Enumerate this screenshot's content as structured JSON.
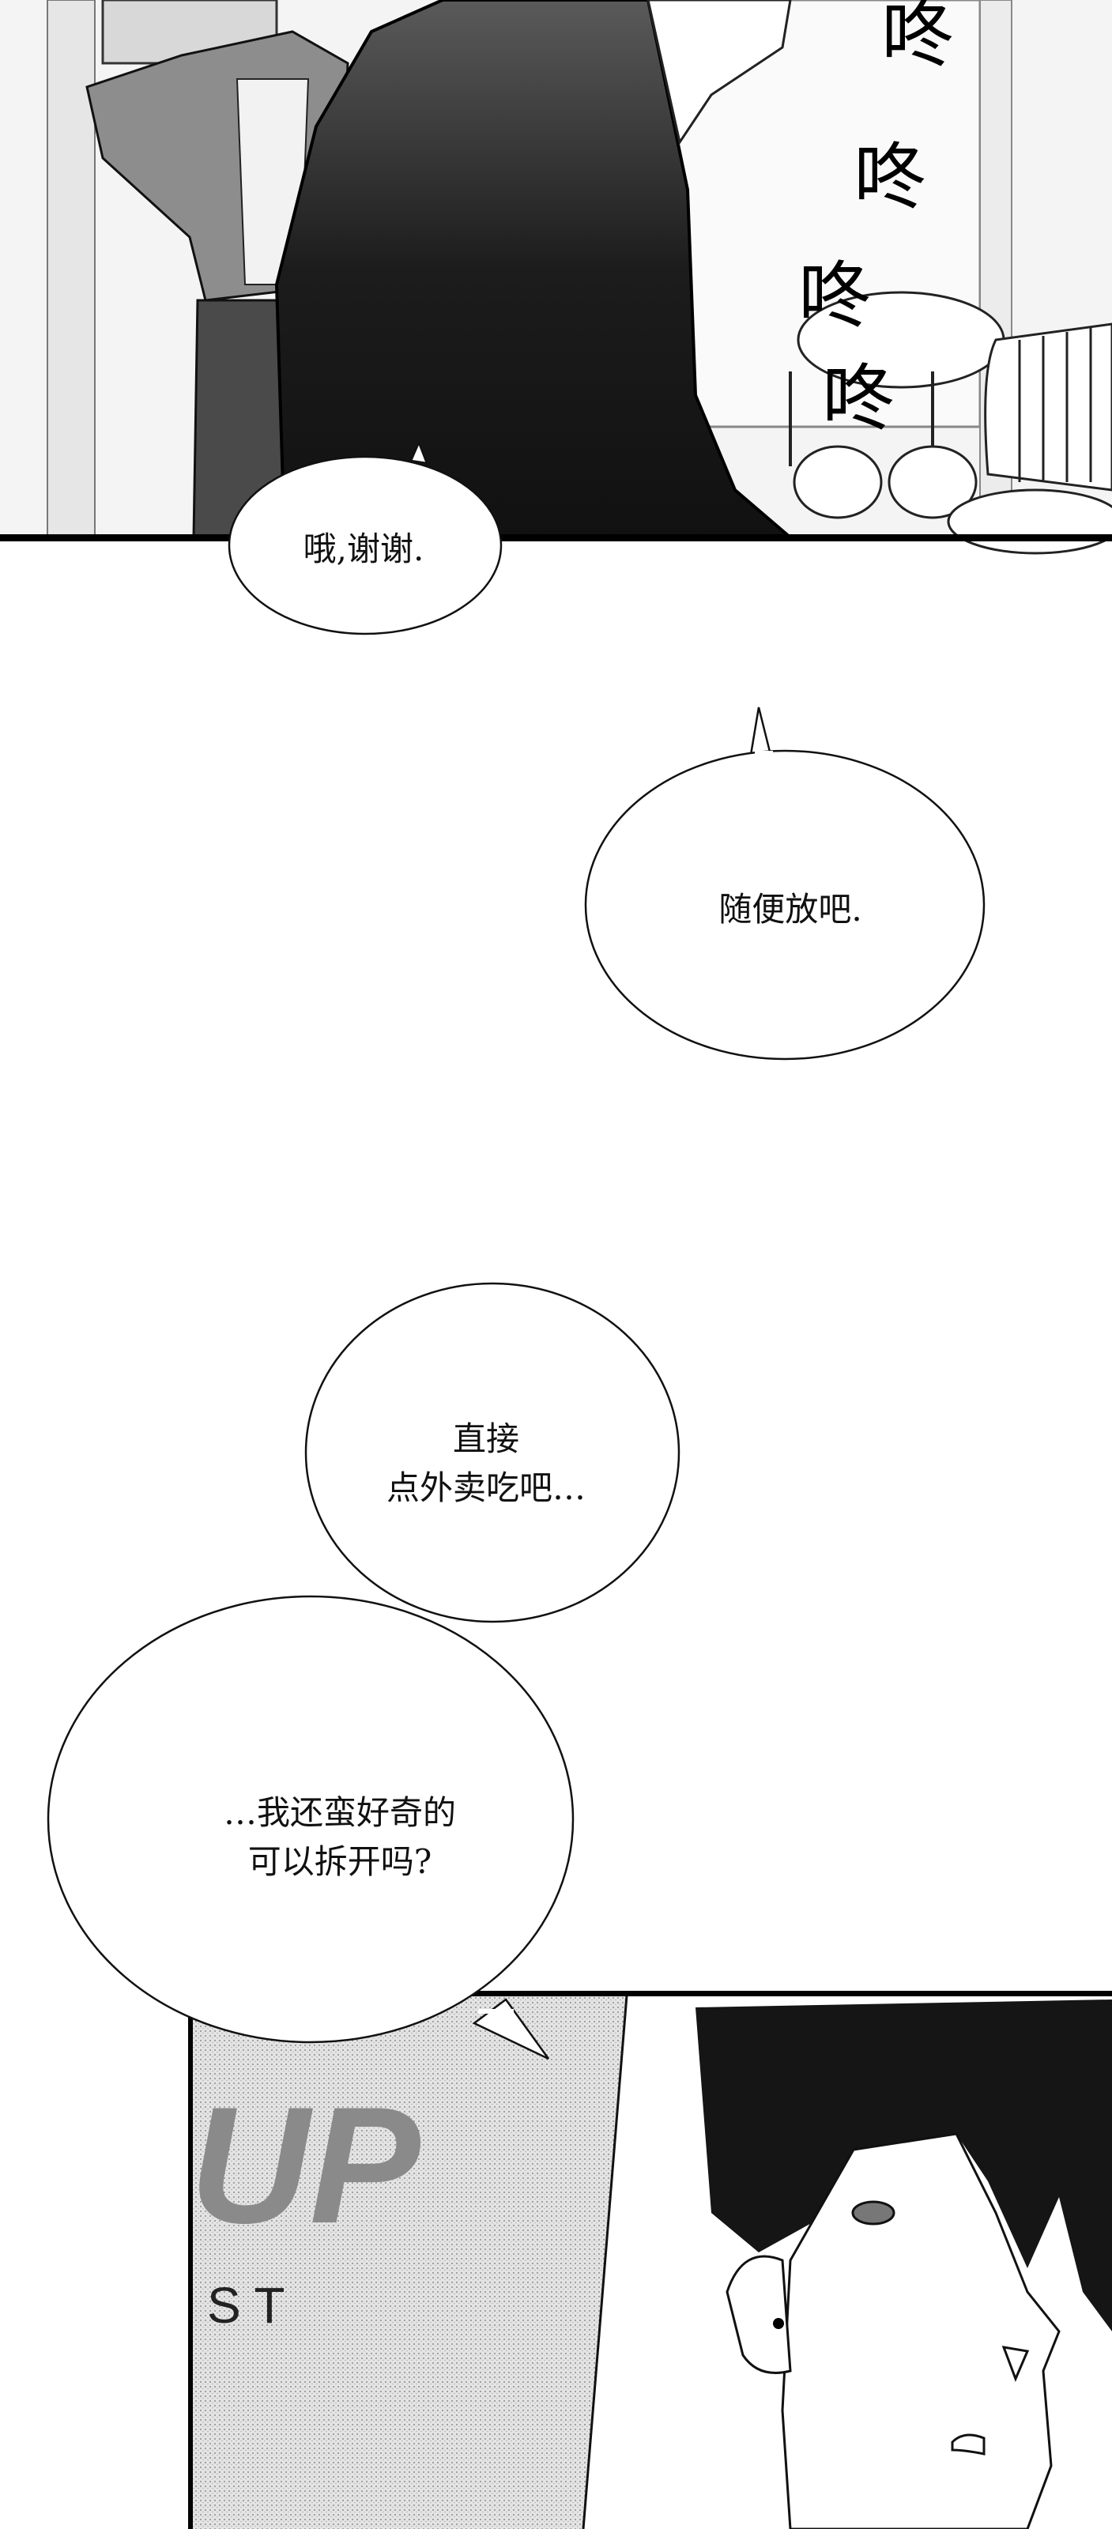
{
  "panel1": {
    "sound_effects": [
      "咚",
      "咚",
      "咚",
      "咚"
    ],
    "bubble": "哦,谢谢."
  },
  "bubble2": "随便放吧.",
  "bubble3": {
    "line1": "直接",
    "line2": "点外卖吃吧…"
  },
  "bubble4": {
    "line1": "…我还蛮好奇的",
    "line2": "可以拆开吗?"
  },
  "panel2": {
    "shirt_text_large": "UP",
    "shirt_text_small": "S T"
  },
  "colors": {
    "ink": "#000000",
    "screentone": "#d9d9d9",
    "paper": "#ffffff"
  }
}
